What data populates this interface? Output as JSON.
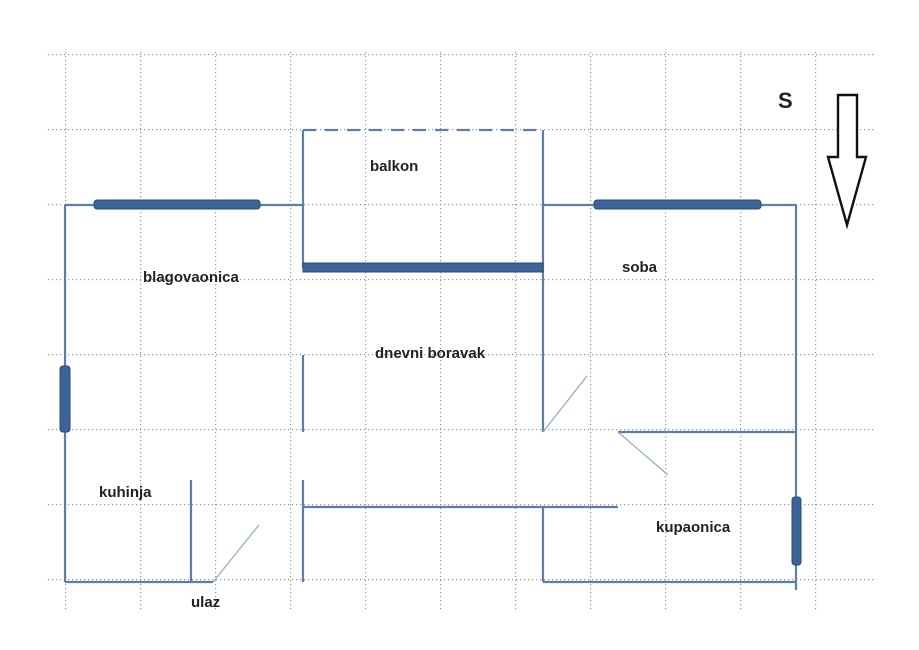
{
  "rooms": {
    "balkon": "balkon",
    "blagovaonica": "blagovaonica",
    "soba": "soba",
    "dnevni_boravak": "dnevni boravak",
    "kuhinja": "kuhinja",
    "kupaonica": "kupaonica",
    "ulaz": "ulaz"
  },
  "orientation": {
    "label": "S",
    "arrow_icon": "arrow-down-outline-icon"
  },
  "colors": {
    "wall": "#5b7fa6",
    "window": "#3d6496",
    "window_edge": "#2a4a75",
    "grid_dot": "#8a8a8a",
    "label": "#222222",
    "arrow": "#111111"
  },
  "grid": {
    "visible": true,
    "style": "dotted"
  }
}
